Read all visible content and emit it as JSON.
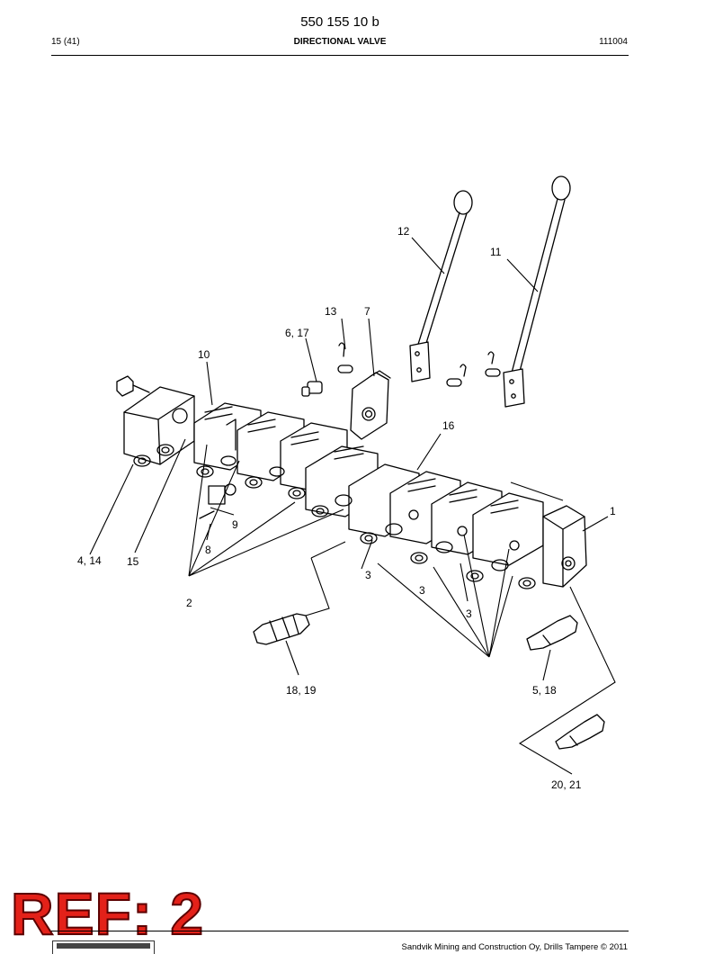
{
  "header": {
    "doc_number": "550 155 10 b",
    "page": "15 (41)",
    "title": "DIRECTIONAL VALVE",
    "date": "111004"
  },
  "callouts": {
    "c1": "1",
    "c2": "2",
    "c3a": "3",
    "c3b": "3",
    "c3c": "3",
    "c414": "4, 14",
    "c518": "5, 18",
    "c617": "6, 17",
    "c7": "7",
    "c8": "8",
    "c9": "9",
    "c10": "10",
    "c11": "11",
    "c12": "12",
    "c13": "13",
    "c15": "15",
    "c16": "16",
    "c1819": "18, 19",
    "c2021": "20, 21"
  },
  "stamp": {
    "text": "REF: 2",
    "color": "#e32119"
  },
  "footer": {
    "text": "Sandvik Mining and Construction Oy, Drills Tampere © 2011"
  }
}
